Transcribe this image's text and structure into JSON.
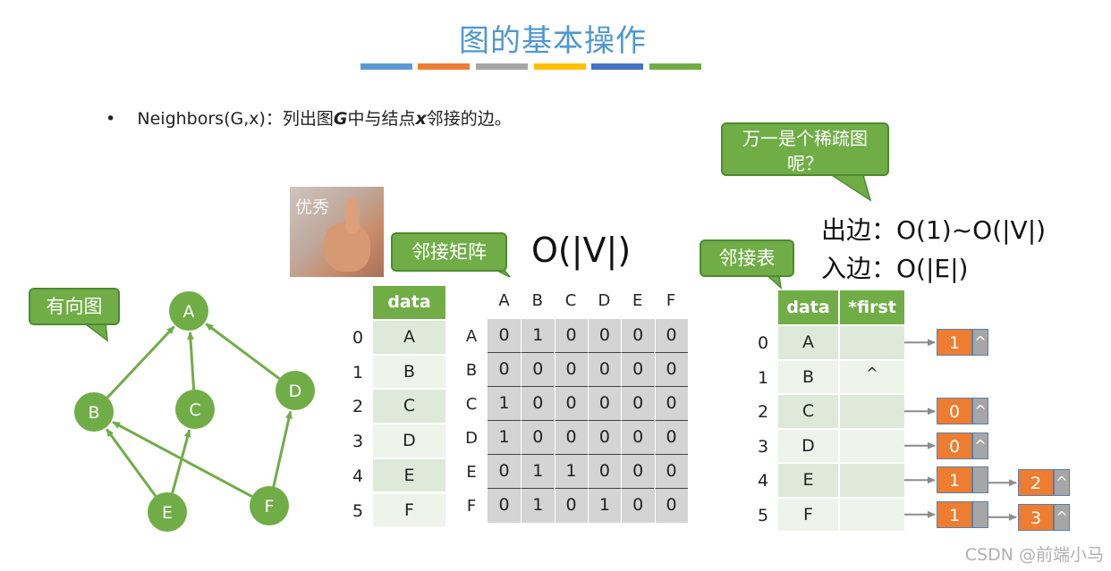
{
  "title": "图的基本操作",
  "title_bars": [
    "#5b9bd5",
    "#ed7d31",
    "#a5a5a5",
    "#ffc000",
    "#4472c4",
    "#70ad47"
  ],
  "bullet": {
    "marker": "•",
    "prefix": "Neighbors(G,x)：列出图",
    "g": "G",
    "middle": "中与结点",
    "x": "x",
    "suffix": "邻接的边。"
  },
  "callouts": {
    "directed_graph": "有向图",
    "adj_matrix": "邻接矩阵",
    "adj_list": "邻接表",
    "sparse_question": "万一是个稀疏图呢？"
  },
  "emoji_text": "优秀",
  "complexity": {
    "matrix": "O(|V|)",
    "out_edge": "出边：O(1)~O(|V|)",
    "in_edge": "入边：O(|E|)"
  },
  "graph": {
    "nodes": [
      "A",
      "B",
      "C",
      "D",
      "E",
      "F"
    ],
    "edges": [
      [
        "B",
        "A"
      ],
      [
        "C",
        "A"
      ],
      [
        "D",
        "A"
      ],
      [
        "E",
        "B"
      ],
      [
        "E",
        "C"
      ],
      [
        "F",
        "B"
      ],
      [
        "F",
        "D"
      ]
    ],
    "color": "#70ad47"
  },
  "vertex_table": {
    "header": "data",
    "indices": [
      "0",
      "1",
      "2",
      "3",
      "4",
      "5"
    ],
    "values": [
      "A",
      "B",
      "C",
      "D",
      "E",
      "F"
    ]
  },
  "matrix": {
    "cols": [
      "A",
      "B",
      "C",
      "D",
      "E",
      "F"
    ],
    "rows": [
      "A",
      "B",
      "C",
      "D",
      "E",
      "F"
    ],
    "values": [
      [
        "0",
        "1",
        "0",
        "0",
        "0",
        "0"
      ],
      [
        "0",
        "0",
        "0",
        "0",
        "0",
        "0"
      ],
      [
        "1",
        "0",
        "0",
        "0",
        "0",
        "0"
      ],
      [
        "1",
        "0",
        "0",
        "0",
        "0",
        "0"
      ],
      [
        "0",
        "1",
        "1",
        "0",
        "0",
        "0"
      ],
      [
        "0",
        "1",
        "0",
        "1",
        "0",
        "0"
      ]
    ]
  },
  "adj_list": {
    "headers": [
      "data",
      "*first"
    ],
    "indices": [
      "0",
      "1",
      "2",
      "3",
      "4",
      "5"
    ],
    "values": [
      "A",
      "B",
      "C",
      "D",
      "E",
      "F"
    ],
    "null_marker": "^",
    "lists": [
      [
        "1"
      ],
      [],
      [
        "0"
      ],
      [
        "0"
      ],
      [
        "1",
        "2"
      ],
      [
        "1",
        "3"
      ]
    ]
  },
  "watermark": "CSDN @前端小马"
}
